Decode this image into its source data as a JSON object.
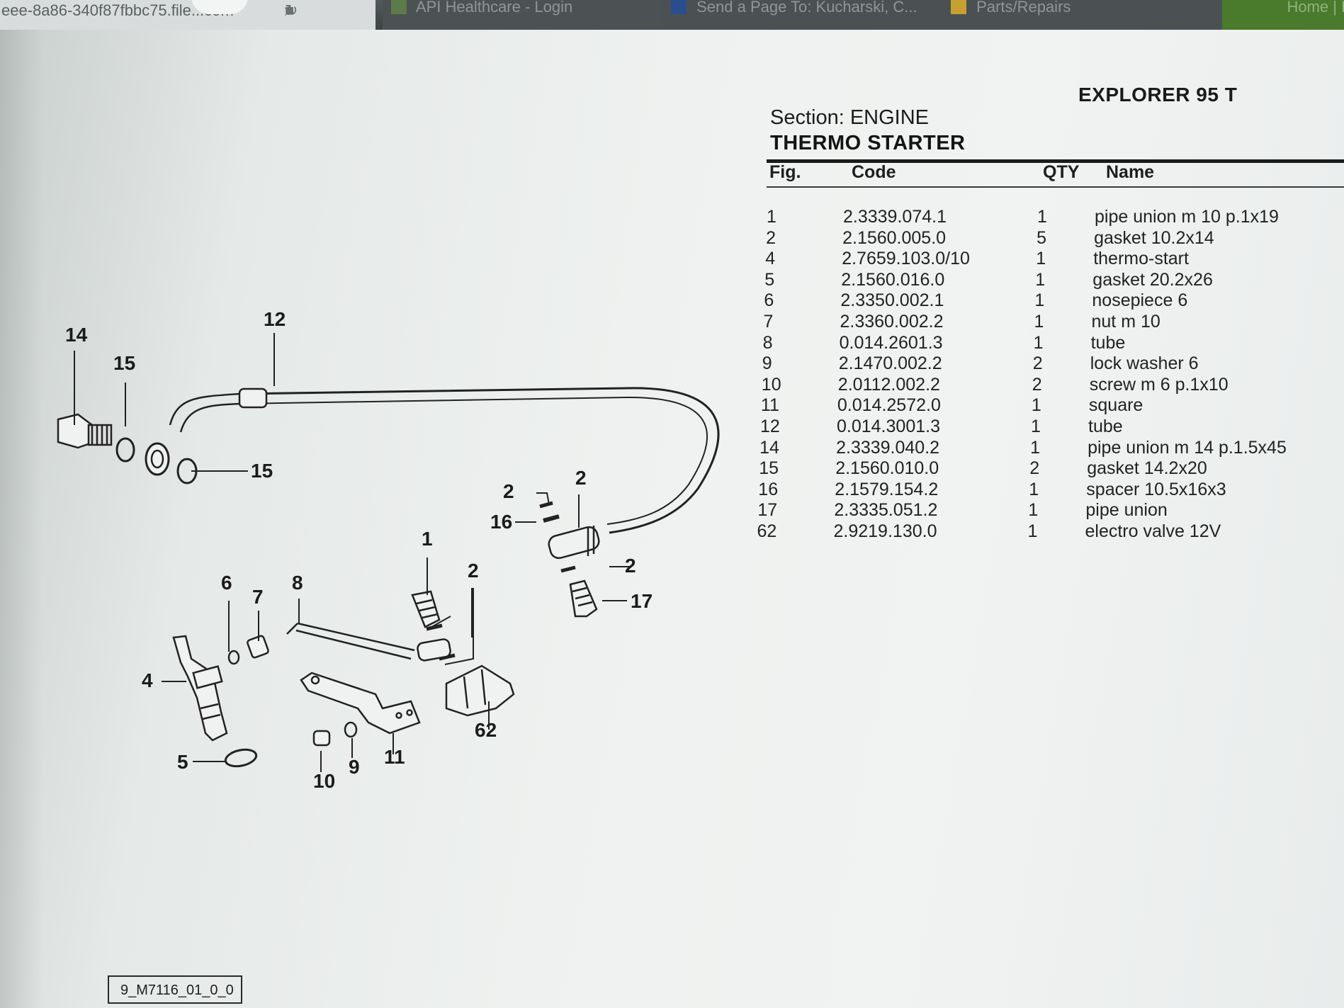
{
  "browser": {
    "url_text": "eee-8a86-340f87fbbc75.file...com",
    "tabs": [
      {
        "label": "API Healthcare - Login"
      },
      {
        "label": "Send a Page To: Kucharski, C..."
      },
      {
        "label": "Parts/Repairs"
      },
      {
        "label": "Home | H"
      }
    ]
  },
  "header": {
    "model": "EXPLORER 95 T",
    "section": "Section: ENGINE",
    "group": "THERMO STARTER"
  },
  "table": {
    "columns": [
      "Fig.",
      "Code",
      "QTY",
      "Name"
    ],
    "rows": [
      {
        "fig": "1",
        "code": "2.3339.074.1",
        "qty": "1",
        "name": "pipe union m 10 p.1x19"
      },
      {
        "fig": "2",
        "code": "2.1560.005.0",
        "qty": "5",
        "name": "gasket 10.2x14"
      },
      {
        "fig": "4",
        "code": "2.7659.103.0/10",
        "qty": "1",
        "name": "thermo-start"
      },
      {
        "fig": "5",
        "code": "2.1560.016.0",
        "qty": "1",
        "name": "gasket 20.2x26"
      },
      {
        "fig": "6",
        "code": "2.3350.002.1",
        "qty": "1",
        "name": "nosepiece 6"
      },
      {
        "fig": "7",
        "code": "2.3360.002.2",
        "qty": "1",
        "name": "nut m 10"
      },
      {
        "fig": "8",
        "code": "0.014.2601.3",
        "qty": "1",
        "name": "tube"
      },
      {
        "fig": "9",
        "code": "2.1470.002.2",
        "qty": "2",
        "name": "lock washer 6"
      },
      {
        "fig": "10",
        "code": "2.0112.002.2",
        "qty": "2",
        "name": "screw m 6 p.1x10"
      },
      {
        "fig": "11",
        "code": "0.014.2572.0",
        "qty": "1",
        "name": "square"
      },
      {
        "fig": "12",
        "code": "0.014.3001.3",
        "qty": "1",
        "name": "tube"
      },
      {
        "fig": "14",
        "code": "2.3339.040.2",
        "qty": "1",
        "name": "pipe union m 14 p.1.5x45"
      },
      {
        "fig": "15",
        "code": "2.1560.010.0",
        "qty": "2",
        "name": "gasket 14.2x20"
      },
      {
        "fig": "16",
        "code": "2.1579.154.2",
        "qty": "1",
        "name": "spacer 10.5x16x3"
      },
      {
        "fig": "17",
        "code": "2.3335.051.2",
        "qty": "1",
        "name": "pipe union"
      },
      {
        "fig": "62",
        "code": "2.9219.130.0",
        "qty": "1",
        "name": "electro valve 12V"
      }
    ]
  },
  "diagram": {
    "callouts": [
      "14",
      "15",
      "12",
      "15",
      "2",
      "2",
      "16",
      "1",
      "2",
      "2",
      "17",
      "6",
      "7",
      "8",
      "4",
      "5",
      "10",
      "9",
      "11",
      "62"
    ]
  },
  "footer": {
    "doc_id": "9_M7116_01_0_0"
  }
}
